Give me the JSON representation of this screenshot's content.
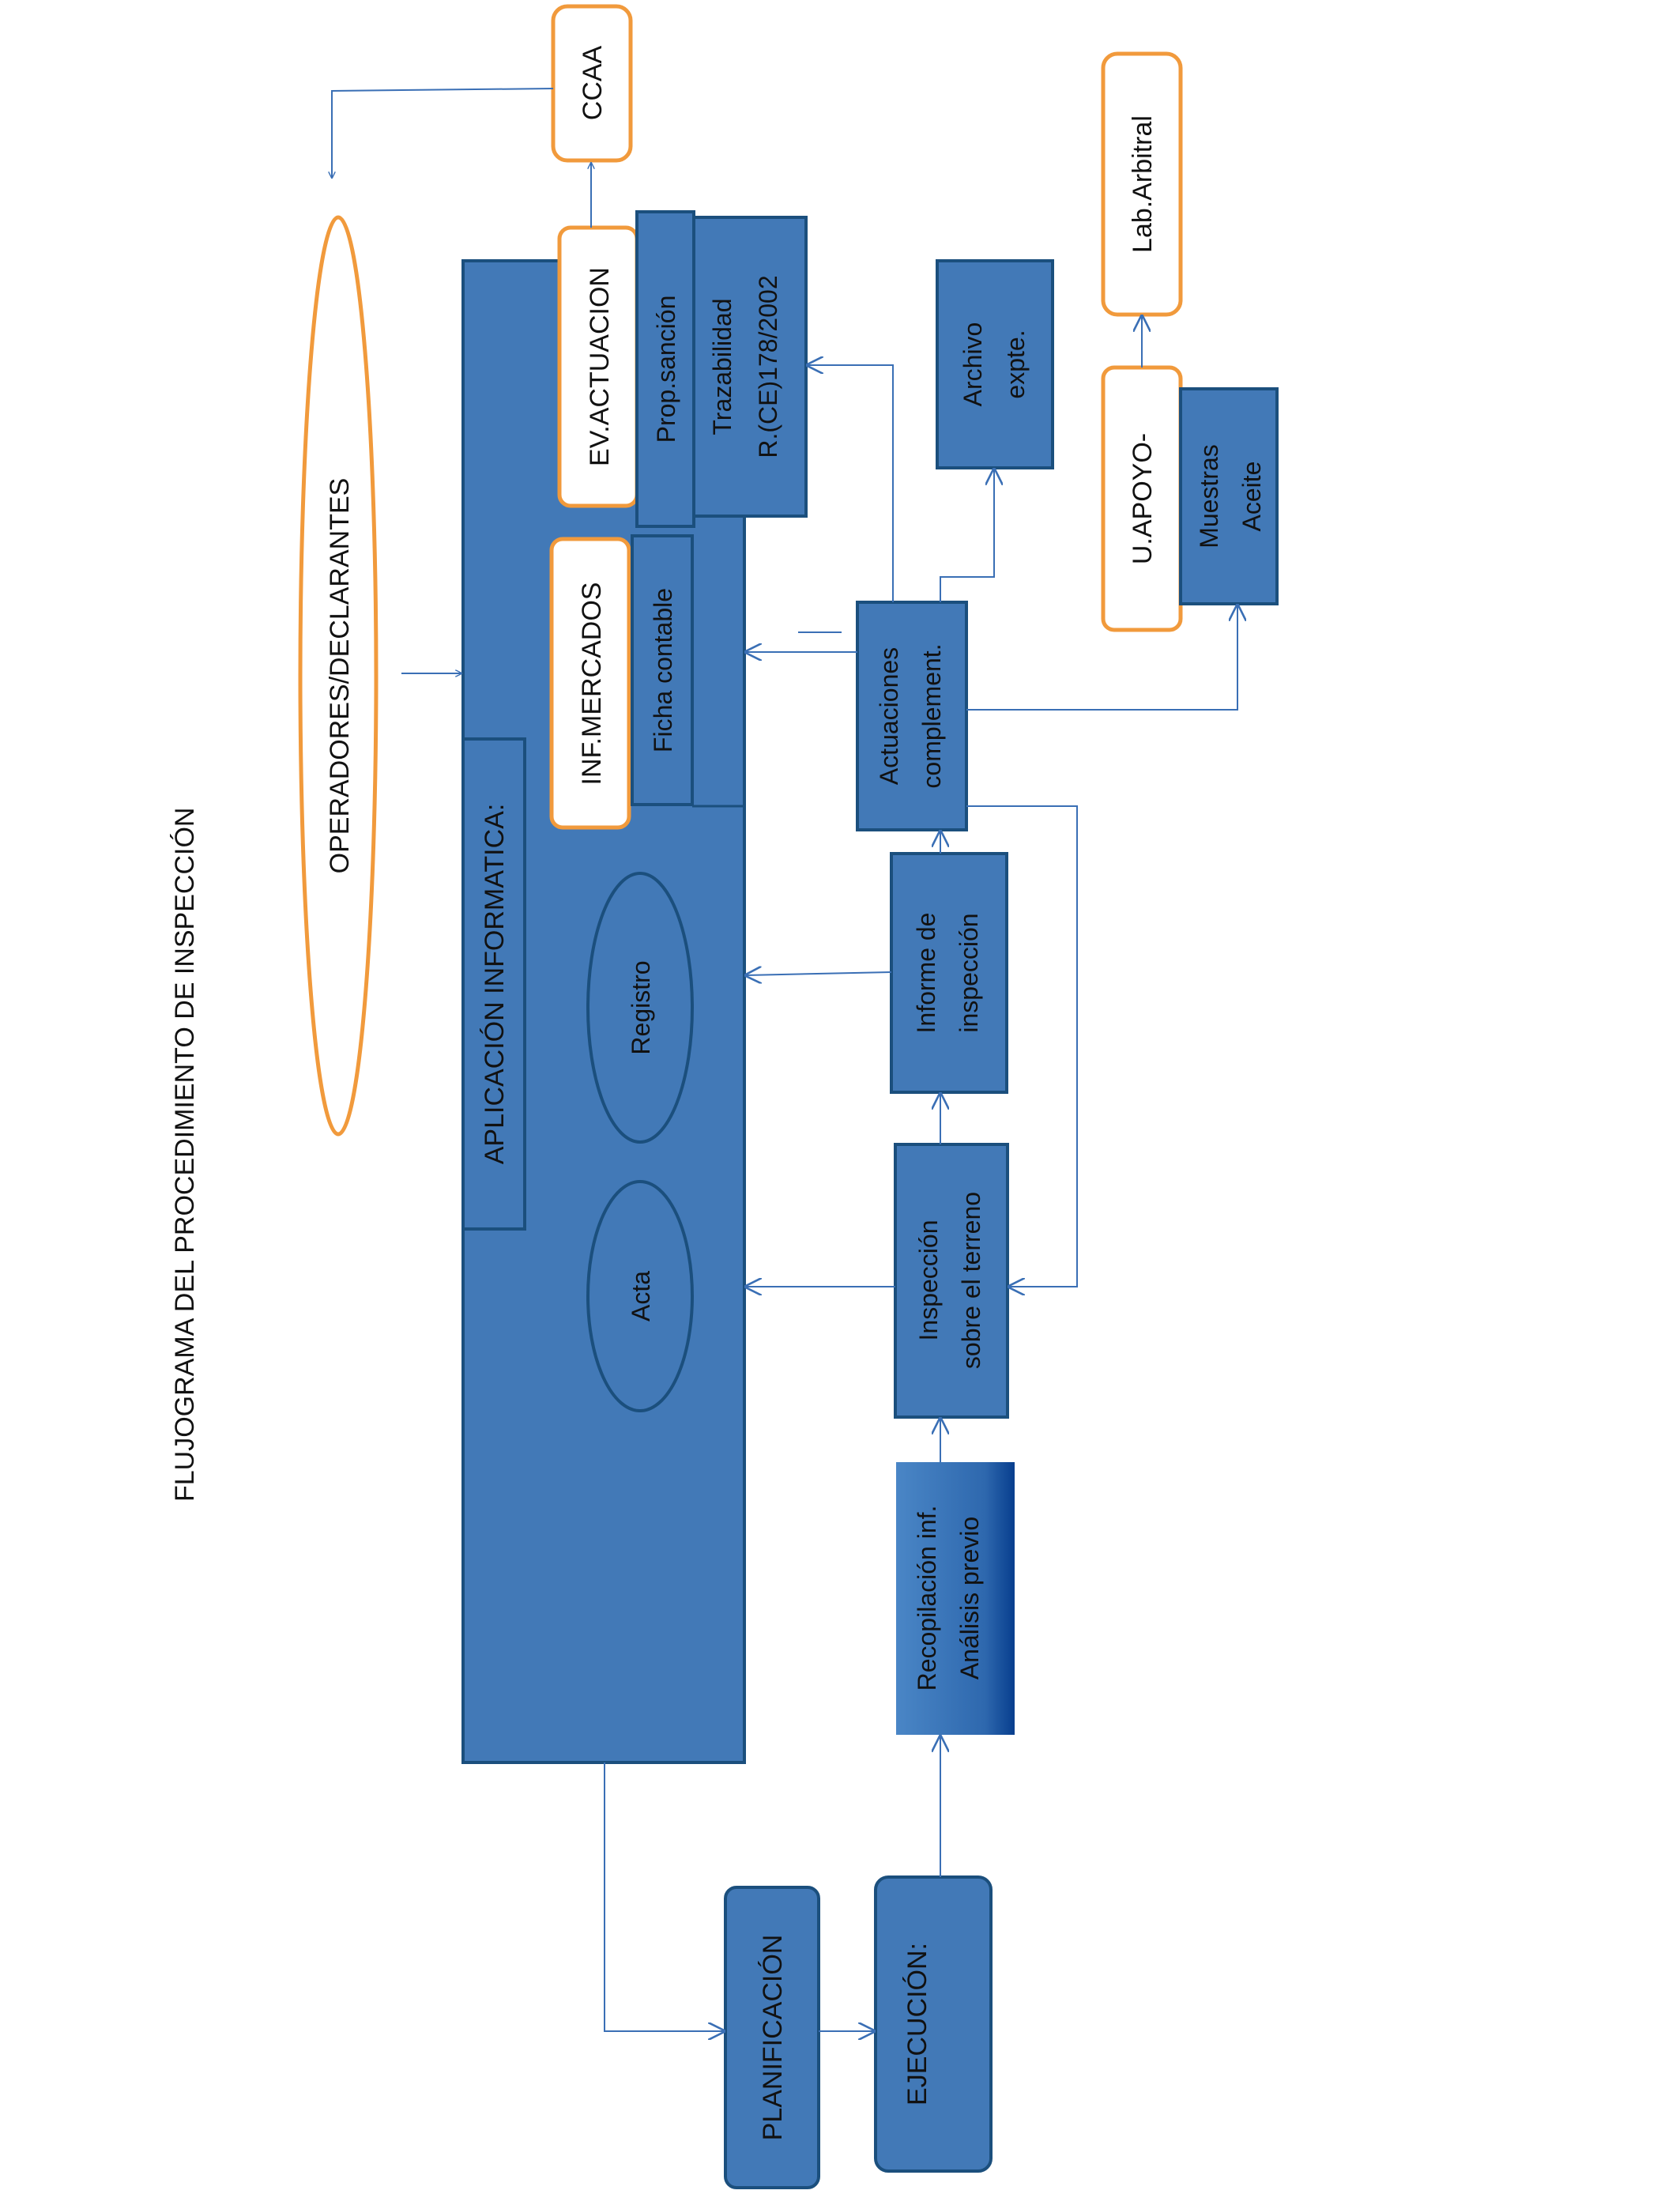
{
  "title": "FLUJOGRAMA DEL PROCEDIMIENTO DE INSPECCIÓN",
  "colors": {
    "box_fill": "#4279B7",
    "box_stroke": "#1B4F7D",
    "orange": "#F19A3C",
    "arrow": "#3A6FB5",
    "text_dark": "#111111"
  },
  "nodes": {
    "operadores": "OPERADORES/DECLARANTES",
    "ccaa": "CCAA",
    "lab_arbitral": "Lab.Arbitral",
    "aplicacion": "APLICACIÓN INFORMATICA:",
    "inf_mercados": "INF.MERCADOS",
    "ficha_contable": "Ficha contable",
    "ev_actuacion": "EV.ACTUACION",
    "prop_sancion": "Prop.sanción",
    "trazabilidad_1": "Trazabilidad",
    "trazabilidad_2": "R.(CE)178/2002",
    "registro": "Registro",
    "acta": "Acta",
    "archivo_1": "Archivo",
    "archivo_2": "expte.",
    "u_apoyo": "U.APOYO-",
    "muestras_1": "Muestras",
    "muestras_2": "Aceite",
    "actuaciones_1": "Actuaciones",
    "actuaciones_2": "complement.",
    "informe_1": "Informe de",
    "informe_2": "inspección",
    "inspeccion_1": "Inspección",
    "inspeccion_2": "sobre el terreno",
    "recopilacion_1": "Recopilación inf.",
    "recopilacion_2": "Análisis previo",
    "planificacion": "PLANIFICACIÓN",
    "ejecucion": "EJECUCIÓN:"
  }
}
